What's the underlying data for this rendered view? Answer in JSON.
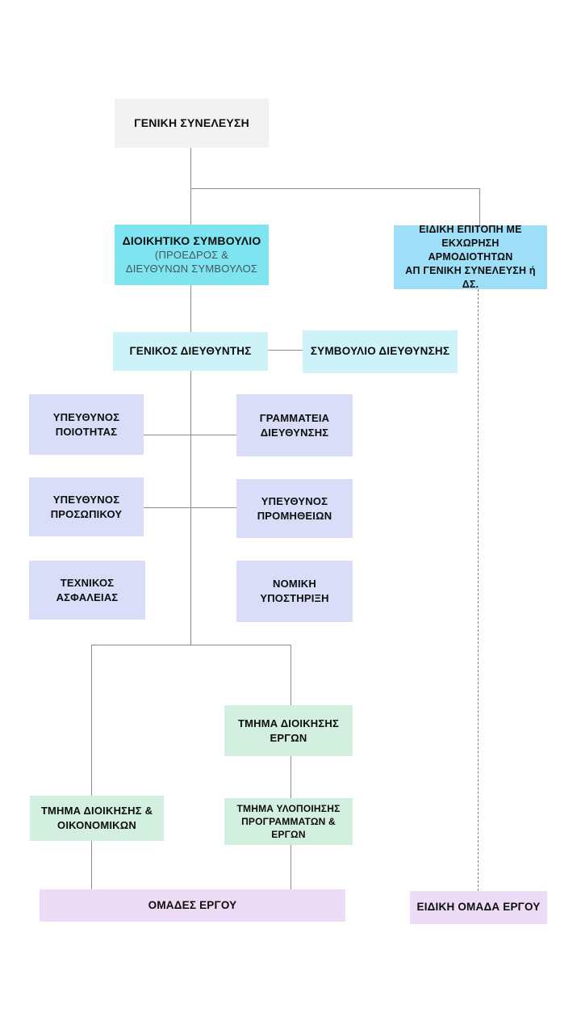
{
  "colors": {
    "assembly_bg": "#f2f2f2",
    "board_bg": "#7de4f0",
    "committee_bg": "#9fdef7",
    "director_bg": "#cdf2f8",
    "staff_bg": "#d9ddf7",
    "department_bg": "#d3efe0",
    "teams_bg": "#ecdcf5",
    "connector_line": "#8c8c8c"
  },
  "nodes": {
    "general_assembly": {
      "label": "ΓΕΝΙΚΗ ΣΥΝΕΛΕΥΣΗ"
    },
    "board": {
      "title": "ΔΙΟΙΚΗΤΙΚΟ ΣΥΜΒΟΥΛΙΟ",
      "subtitle_line1": "(ΠΡΟΕΔΡΟΣ &",
      "subtitle_line2": "ΔΙΕΥΘΥΝΩΝ ΣΥΜΒΟΥΛΟΣ"
    },
    "special_committee": {
      "line1": "ΕΙΔΙΚΗ ΕΠΙΤΟΠΗ ΜΕ",
      "line2": "ΕΚΧΩΡΗΣΗ ΑΡΜΟΔΙΟΤΗΤΩΝ",
      "line3": "ΑΠ ΓΕΝΙΚΗ ΣΥΝΕΛΕΥΣΗ ή ΔΣ."
    },
    "general_director": {
      "label": "ΓΕΝΙΚΟΣ ΔΙΕΥΘΥΝΤΗΣ"
    },
    "management_council": {
      "label": "ΣΥΜΒΟΥΛΙΟ ΔΙΕΥΘΥΝΣΗΣ"
    },
    "quality_manager": {
      "label": "ΥΠΕΥΘΥΝΟΣ ΠΟΙΟΤΗΤΑΣ"
    },
    "secretariat": {
      "label": "ΓΡΑΜΜΑΤΕΙΑ ΔΙΕΥΘΥΝΣΗΣ"
    },
    "personnel_manager": {
      "label": "ΥΠΕΥΘΥΝΟΣ ΠΡΟΣΩΠΙΚΟΥ"
    },
    "procurement_manager": {
      "label": "ΥΠΕΥΘΥΝΟΣ ΠΡΟΜΗΘΕΙΩΝ"
    },
    "safety_technician": {
      "label": "ΤΕΧΝΙΚΟΣ ΑΣΦΑΛΕΙΑΣ"
    },
    "legal_support": {
      "label": "ΝΟΜΙΚΗ ΥΠΟΣΤΗΡΙΞΗ"
    },
    "project_management_dept": {
      "label": "ΤΜΗΜΑ ΔΙΟΙΚΗΣΗΣ ΕΡΓΩΝ"
    },
    "admin_finance_dept": {
      "label": "ΤΜΗΜΑ ΔΙΟΙΚΗΣΗΣ & ΟΙΚΟΝΟΜΙΚΩΝ"
    },
    "programs_projects_dept": {
      "label": "ΤΜΗΜΑ ΥΛΟΠΟΙΗΣΗΣ ΠΡΟΓΡΑΜΜΑΤΩΝ & ΕΡΓΩΝ"
    },
    "project_teams": {
      "label": "ΟΜΑΔΕΣ ΕΡΓΟΥ"
    },
    "special_project_team": {
      "label": "ΕΙΔΙΚΗ ΟΜΑΔΑ ΕΡΓΟΥ"
    }
  }
}
